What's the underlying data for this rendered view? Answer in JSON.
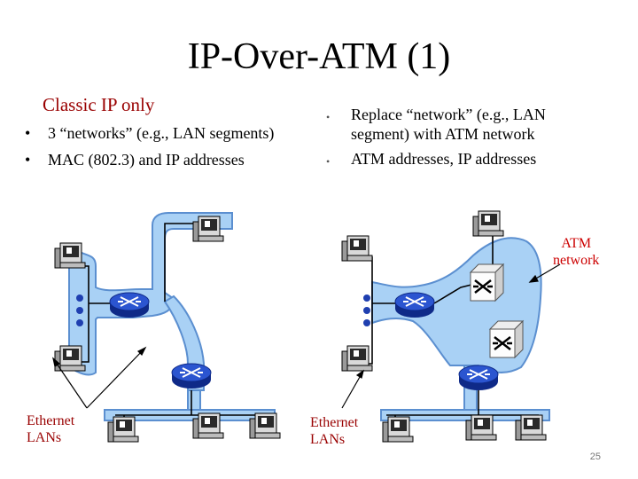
{
  "slide": {
    "title": "IP-Over-ATM (1)",
    "subhead": "Classic IP only",
    "left_bullets": [
      "3 “networks” (e.g., LAN segments)",
      "MAC (802.3) and IP addresses"
    ],
    "right_bullets": [
      "Replace “network” (e.g., LAN segment) with ATM network",
      "ATM addresses, IP addresses"
    ],
    "labels": {
      "ethernet_left": "Ethernet\nLANs",
      "ethernet_right": "Ethernet\nLANs",
      "atm_network": "ATM\nnetwork"
    },
    "page_number": "25"
  },
  "colors": {
    "lan_fill": "#a9d1f5",
    "lan_edge": "#5b8fd0",
    "router": "#1f3fb0",
    "accent_text": "#990000",
    "atm_label": "#cc0000"
  }
}
